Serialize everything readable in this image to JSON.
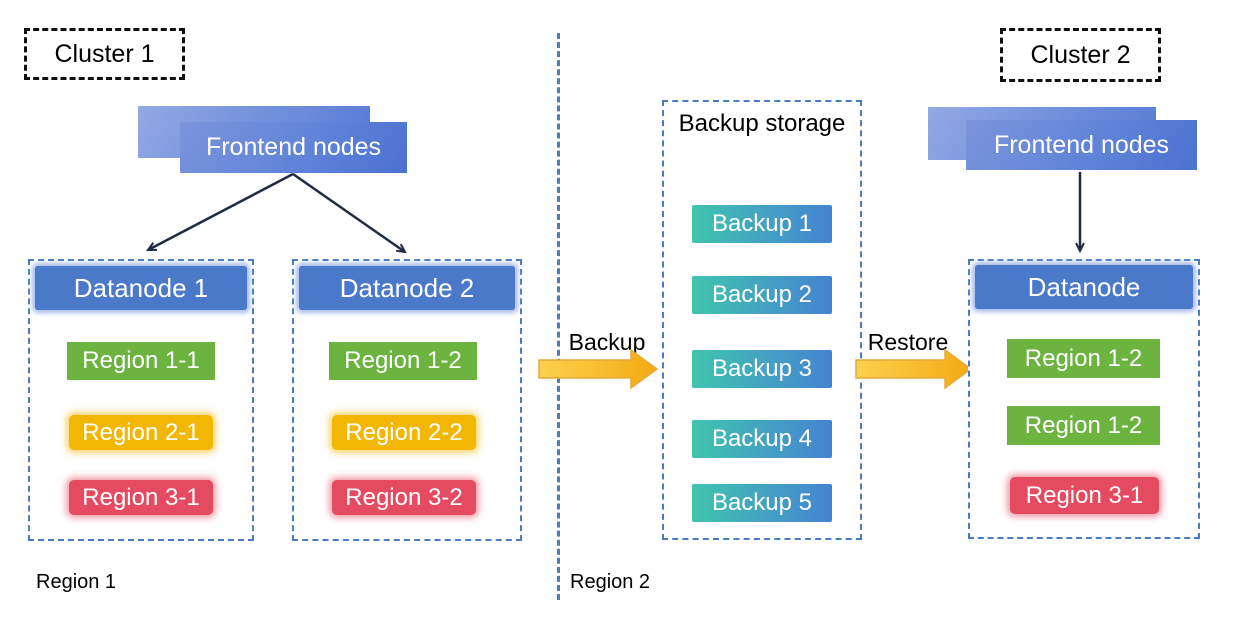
{
  "cluster1": {
    "label": "Cluster 1",
    "frontend_label": "Frontend nodes",
    "datanode1": {
      "title": "Datanode 1",
      "regions": [
        {
          "label": "Region 1-1",
          "color": "#6db33f"
        },
        {
          "label": "Region 2-1",
          "color": "#f2b705"
        },
        {
          "label": "Region 3-1",
          "color": "#e54b60"
        }
      ]
    },
    "datanode2": {
      "title": "Datanode 2",
      "regions": [
        {
          "label": "Region 1-2",
          "color": "#6db33f"
        },
        {
          "label": "Region 2-2",
          "color": "#f2b705"
        },
        {
          "label": "Region 3-2",
          "color": "#e54b60"
        }
      ]
    }
  },
  "backup_storage": {
    "title": "Backup storage",
    "items": [
      "Backup 1",
      "Backup 2",
      "Backup 3",
      "Backup 4",
      "Backup 5"
    ]
  },
  "cluster2": {
    "label": "Cluster 2",
    "frontend_label": "Frontend nodes",
    "datanode": {
      "title": "Datanode",
      "regions": [
        {
          "label": "Region 1-2",
          "color": "#6db33f"
        },
        {
          "label": "Region 1-2",
          "color": "#6db33f"
        },
        {
          "label": "Region 3-1",
          "color": "#e54b60"
        }
      ]
    }
  },
  "flows": {
    "backup_label": "Backup",
    "restore_label": "Restore"
  },
  "footnotes": {
    "region1": "Region 1",
    "region2": "Region 2"
  },
  "colors": {
    "dashed_border_blue": "#4a7cc5",
    "datanode_header_blue": "#4a79ca",
    "region_green": "#6db33f",
    "region_yellow": "#f2b705",
    "region_red": "#e54b60",
    "backup_gradient_start": "#3fc4ae",
    "backup_gradient_end": "#4583d2",
    "flow_arrow_yellow": "#f5b31a",
    "frontend_gradient_start": "#93a9e3",
    "frontend_gradient_end": "#4b71d0",
    "thin_arrow": "#1f2a44"
  }
}
